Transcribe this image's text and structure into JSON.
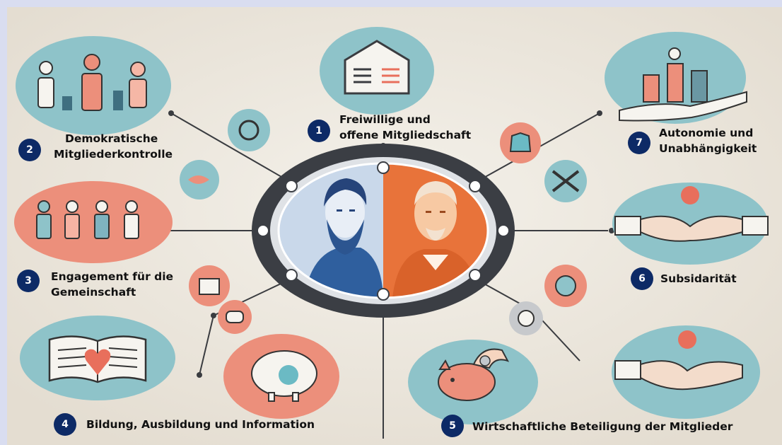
{
  "principles": [
    {
      "number": "1",
      "line1": "Freiwillige und",
      "line2": "offene Mitgliedschaft",
      "icon": "building-icon"
    },
    {
      "number": "2",
      "line1": "Demokratische",
      "line2": "Mitgliederkontrolle",
      "icon": "people-icon"
    },
    {
      "number": "3",
      "line1": "Engagement für die",
      "line2": "Gemeinschaft",
      "icon": "community-icon"
    },
    {
      "number": "4",
      "line1": "Bildung, Ausbildung und Information",
      "line2": "",
      "icon": "book-heart-icon"
    },
    {
      "number": "5",
      "line1": "Wirtschaftliche Beteiligung der Mitglieder",
      "line2": "",
      "icon": "piggy-bank-icon"
    },
    {
      "number": "6",
      "line1": "Subsidarität",
      "line2": "",
      "icon": "handshake-icon"
    },
    {
      "number": "7",
      "line1": "Autonomie und",
      "line2": "Unabhängigkeit",
      "icon": "hand-chart-icon"
    }
  ],
  "center": {
    "left_portrait_tint": "#3f74b8",
    "right_portrait_tint": "#e8733a"
  },
  "colors": {
    "teal": "#8ec3c9",
    "coral": "#ec8f7b",
    "navy_badge": "#0d2a66",
    "ring": "#3b3e44",
    "background": "#ede8df"
  }
}
